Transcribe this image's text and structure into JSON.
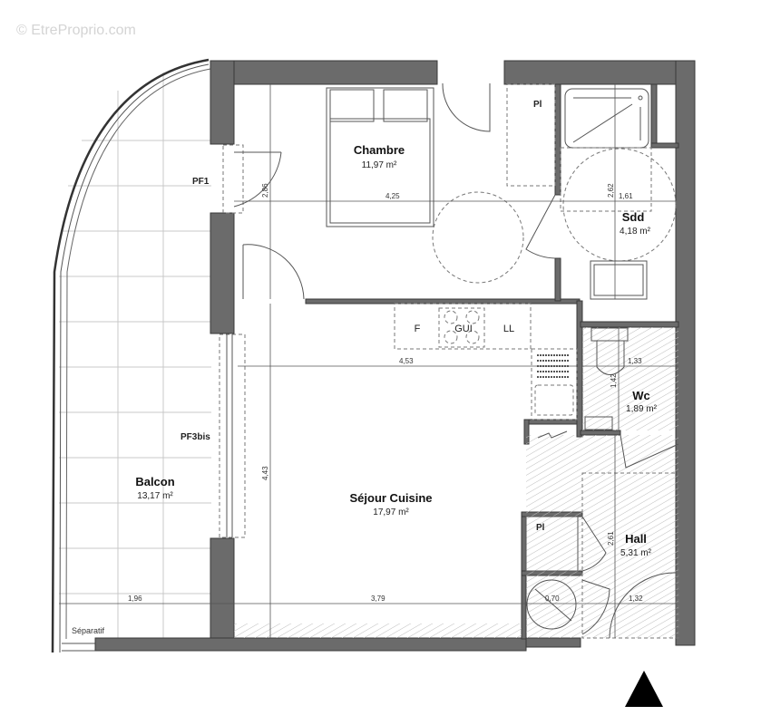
{
  "watermark": "© EtreProprio.com",
  "rooms": {
    "chambre": {
      "name": "Chambre",
      "area": "11,97 m²"
    },
    "sdd": {
      "name": "Sdd",
      "area": "4,18 m²"
    },
    "wc": {
      "name": "Wc",
      "area": "1,89 m²"
    },
    "sejour": {
      "name": "Séjour Cuisine",
      "area": "17,97 m²"
    },
    "hall": {
      "name": "Hall",
      "area": "5,31 m²"
    },
    "balcon": {
      "name": "Balcon",
      "area": "13,17 m²"
    }
  },
  "labels": {
    "pf1": "PF1",
    "pf3bis": "PF3bis",
    "placard_top": "Pl",
    "placard_hall": "Pl",
    "separatif": "Séparatif",
    "fridge": "F",
    "hob": "GUI",
    "dishwasher": "LL"
  },
  "dimensions": {
    "chambre_width": "4,25",
    "chambre_height": "2,86",
    "sdd_width": "1,61",
    "sdd_height": "2,62",
    "sejour_width_top": "4,53",
    "sejour_width_bottom": "3,79",
    "sejour_height": "4,43",
    "wc_width": "1,33",
    "wc_height": "1,42",
    "hall_width": "1,32",
    "hall_height": "2,61",
    "balcon_width": "1,96",
    "turning_circle": "0,70"
  },
  "north_arrow": "north-arrow"
}
